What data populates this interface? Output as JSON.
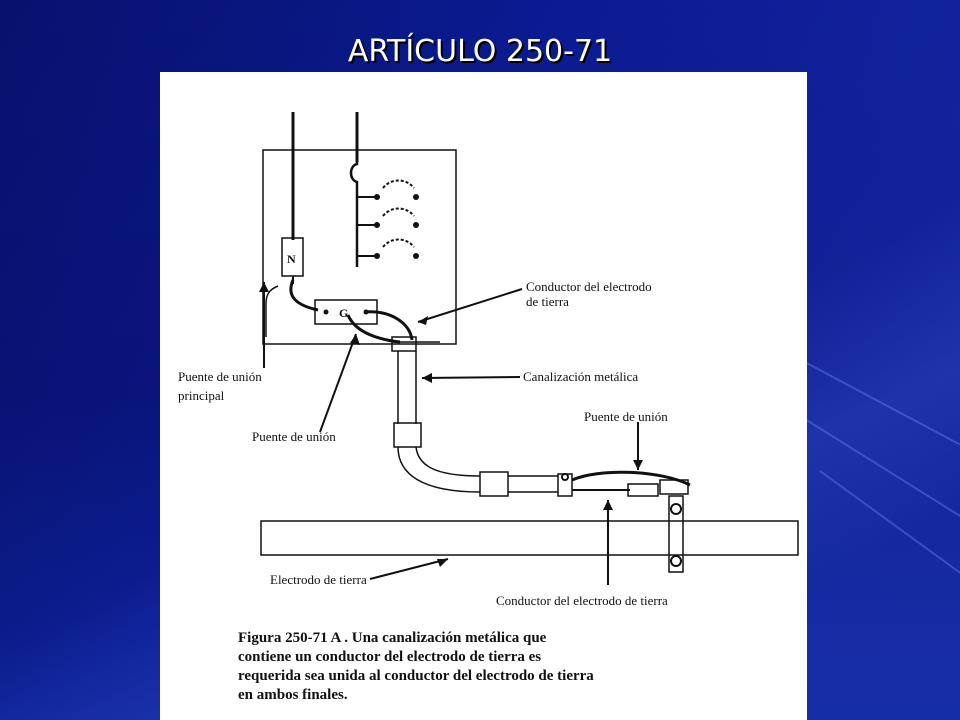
{
  "slide": {
    "title": "ARTÍCULO 250-71",
    "background_color": "#0a1a8c",
    "title_color": "#ffffff"
  },
  "figure": {
    "labels": {
      "conductor_electrodo_1": "Conductor del electrodo",
      "conductor_electrodo_2": "de tierra",
      "canalizacion": "Canalización metálica",
      "puente_union_principal_1": "Puente de unión",
      "puente_union_principal_2": "principal",
      "puente_union_left": "Puente de unión",
      "puente_union_right": "Puente de unión",
      "electrodo_tierra": "Electrodo de tierra",
      "conductor_electrodo_tierra_bottom": "Conductor del electrodo de tierra",
      "terminal_n": "N",
      "terminal_g": "G"
    },
    "caption": {
      "line1": "Figura 250-71 A . Una canalización metálica que",
      "line2": "contiene un conductor del electrodo de tierra es",
      "line3": "requerida sea unida al conductor del electrodo de tierra",
      "line4": "en ambos finales."
    }
  }
}
